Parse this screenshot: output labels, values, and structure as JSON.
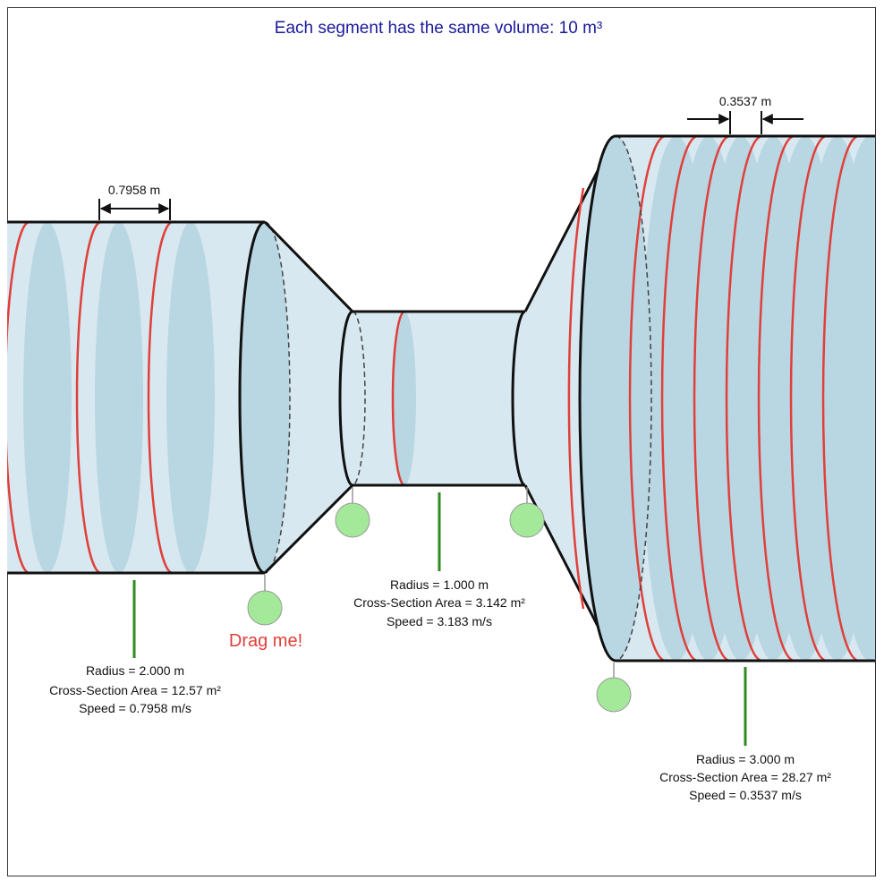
{
  "title": "Each segment has the same volume: 10 m³",
  "drag_hint": "Drag me!",
  "colors": {
    "pipe_fill": "#d8e8f0",
    "slice_fill": "#b9d6e3",
    "ring": "#e0403a",
    "outline": "#111111",
    "stem": "#2e8b1e",
    "handle": "#a4e89a",
    "title": "#1a1a9c",
    "hint": "#e0403a"
  },
  "segments": [
    {
      "spacing_label": "0.7958 m",
      "radius_label": "Radius = 2.000 m",
      "area_label": "Cross-Section Area = 12.57 m²",
      "speed_label": "Speed = 0.7958 m/s"
    },
    {
      "radius_label": "Radius = 1.000 m",
      "area_label": "Cross-Section Area = 3.142 m²",
      "speed_label": "Speed = 3.183 m/s"
    },
    {
      "spacing_label": "0.3537 m",
      "radius_label": "Radius = 3.000 m",
      "area_label": "Cross-Section Area = 28.27 m²",
      "speed_label": "Speed = 0.3537 m/s"
    }
  ]
}
